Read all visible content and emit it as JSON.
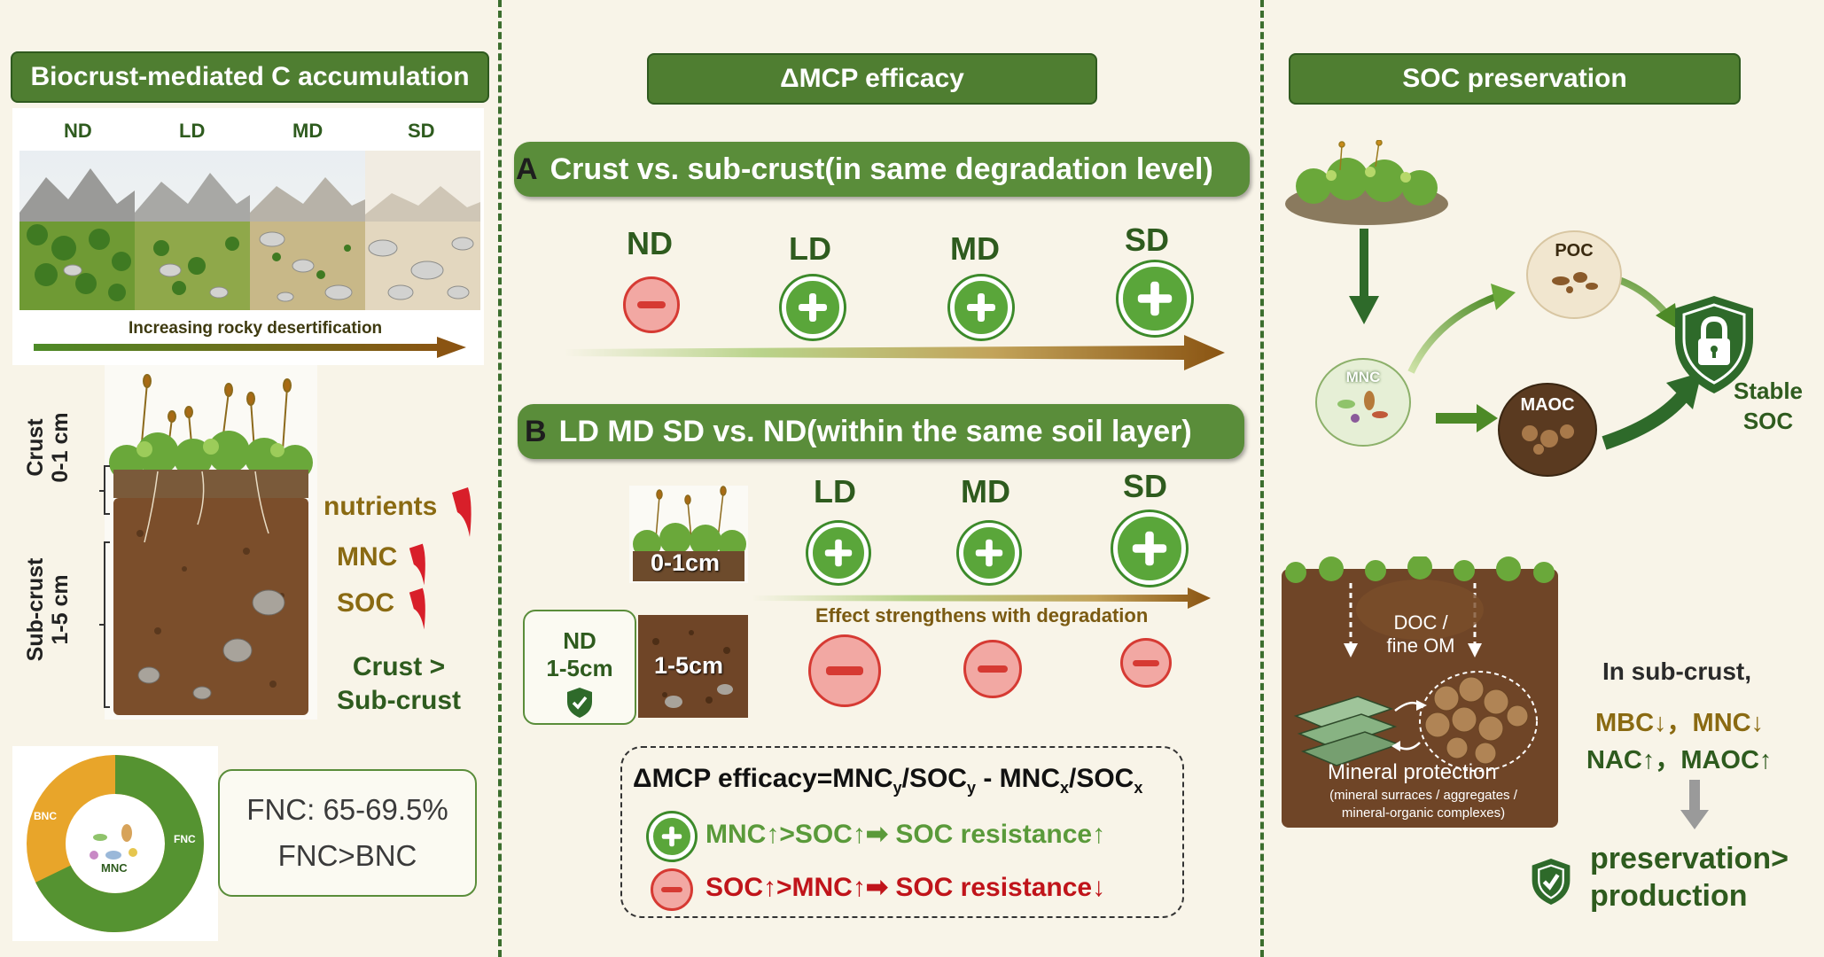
{
  "left": {
    "header": "Biocrust-mediated C accumulation",
    "levels": [
      "ND",
      "LD",
      "MD",
      "SD"
    ],
    "gradient_label": "Increasing rocky desertification",
    "profile": {
      "crust_label": "Crust",
      "crust_depth": "0-1 cm",
      "subcrust_label": "Sub-crust",
      "subcrust_depth": "1-5 cm",
      "items": [
        "nutrients",
        "MNC",
        "SOC"
      ],
      "comparison_line1": "Crust >",
      "comparison_line2": "Sub-crust"
    },
    "donut": {
      "bnc": "BNC",
      "fnc": "FNC",
      "center": "MNC"
    },
    "fnc_box": {
      "line1": "FNC: 65-69.5%",
      "line2": "FNC>BNC"
    }
  },
  "middle": {
    "header": "ΔMCP efficacy",
    "section_a": {
      "letter": "A",
      "title": "Crust vs. sub-crust(in same degradation level)",
      "levels": [
        "ND",
        "LD",
        "MD",
        "SD"
      ],
      "signs": [
        "−",
        "+",
        "+",
        "+"
      ]
    },
    "section_b": {
      "letter": "B",
      "title": "LD MD SD vs. ND(within the same soil layer)",
      "levels": [
        "LD",
        "MD",
        "SD"
      ],
      "crust_layer": "0-1cm",
      "sub_layer": "1-5cm",
      "nd_box_line1": "ND",
      "nd_box_line2": "1-5cm",
      "effect_label": "Effect strengthens with degradation"
    },
    "formula": {
      "prefix": "ΔMCP efficacy=MNC",
      "sub_y": "y",
      "mid1": "/SOC",
      "mid2": " - MNC",
      "sub_x": "x",
      "mid3": "/SOC",
      "plus_text": "MNC↑>SOC↑➡ SOC resistance↑",
      "minus_text": "SOC↑>MNC↑➡ SOC resistance↓"
    }
  },
  "right": {
    "header": "SOC preservation",
    "poc": "POC",
    "mnc": "MNC",
    "maoc": "MAOC",
    "stable_line1": "Stable",
    "stable_line2": "SOC",
    "doc_line1": "DOC /",
    "doc_line2": "fine OM",
    "mineral_title": "Mineral protection",
    "mineral_sub1": "(mineral surraces / aggregates /",
    "mineral_sub2": "mineral-organic complexes)",
    "sub_crust_title": "In sub-crust,",
    "line1": "MBC↓，MNC↓",
    "line2": "NAC↑，MAOC↑",
    "pres_line1": "preservation>",
    "pres_line2": "production"
  },
  "colors": {
    "dark_green": "#2e5b1e",
    "header_green": "#4f7e31",
    "olive": "#8a6a12",
    "red": "#c0141a",
    "plus_green": "#5aa63a"
  }
}
